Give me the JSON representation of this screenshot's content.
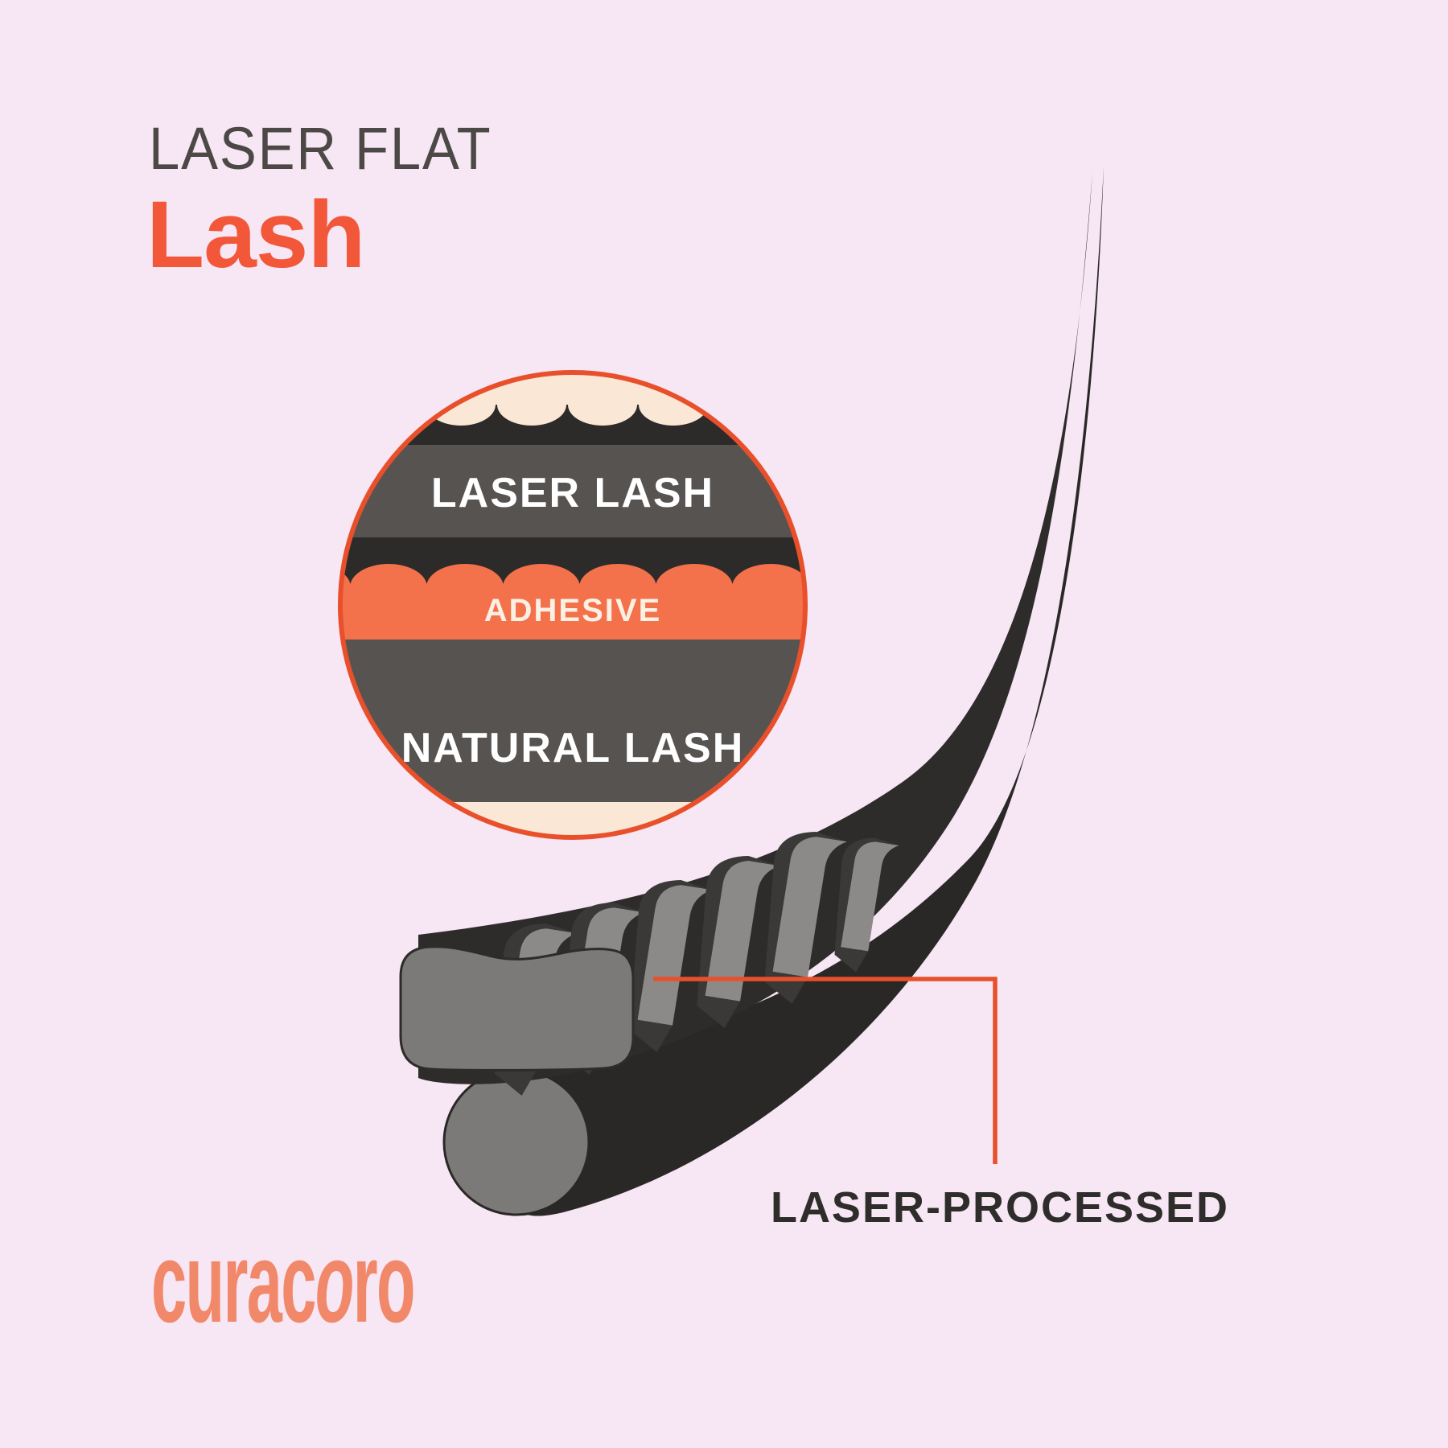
{
  "page": {
    "background_color": "#F7E6F3"
  },
  "title": {
    "eyebrow": "LASER FLAT",
    "heading": "Lash"
  },
  "magnifier": {
    "labels": {
      "laser_lash": "LASER LASH",
      "adhesive": "ADHESIVE",
      "natural_lash": "NATURAL LASH"
    }
  },
  "callout": {
    "label": "LASER-PROCESSED"
  },
  "brand": {
    "logo_text": "curacoro",
    "logo_prefix": "curac",
    "logo_italic_o": "o",
    "logo_suffix": "ro"
  },
  "colors": {
    "background_pink": "#F7E6F3",
    "eyebrow_gray": "#4B4846",
    "heading_orange": "#F2573A",
    "accent_orange": "#E8502B",
    "adhesive_orange": "#F3714B",
    "logo_coral": "#F1886A",
    "lash_dark": "#2E2C2B",
    "lash_dark_shadow": "#2A2826",
    "cap_gray": "#7C7A78",
    "flap_gray": "#8C8A88",
    "flap_edge_dark": "#3B3937",
    "band_gray": "#575351",
    "band_dark": "#2D2B29",
    "peach": "#FBE7D5",
    "label_white": "#FFFFFF",
    "callout_text_dark": "#2F2D2B"
  }
}
